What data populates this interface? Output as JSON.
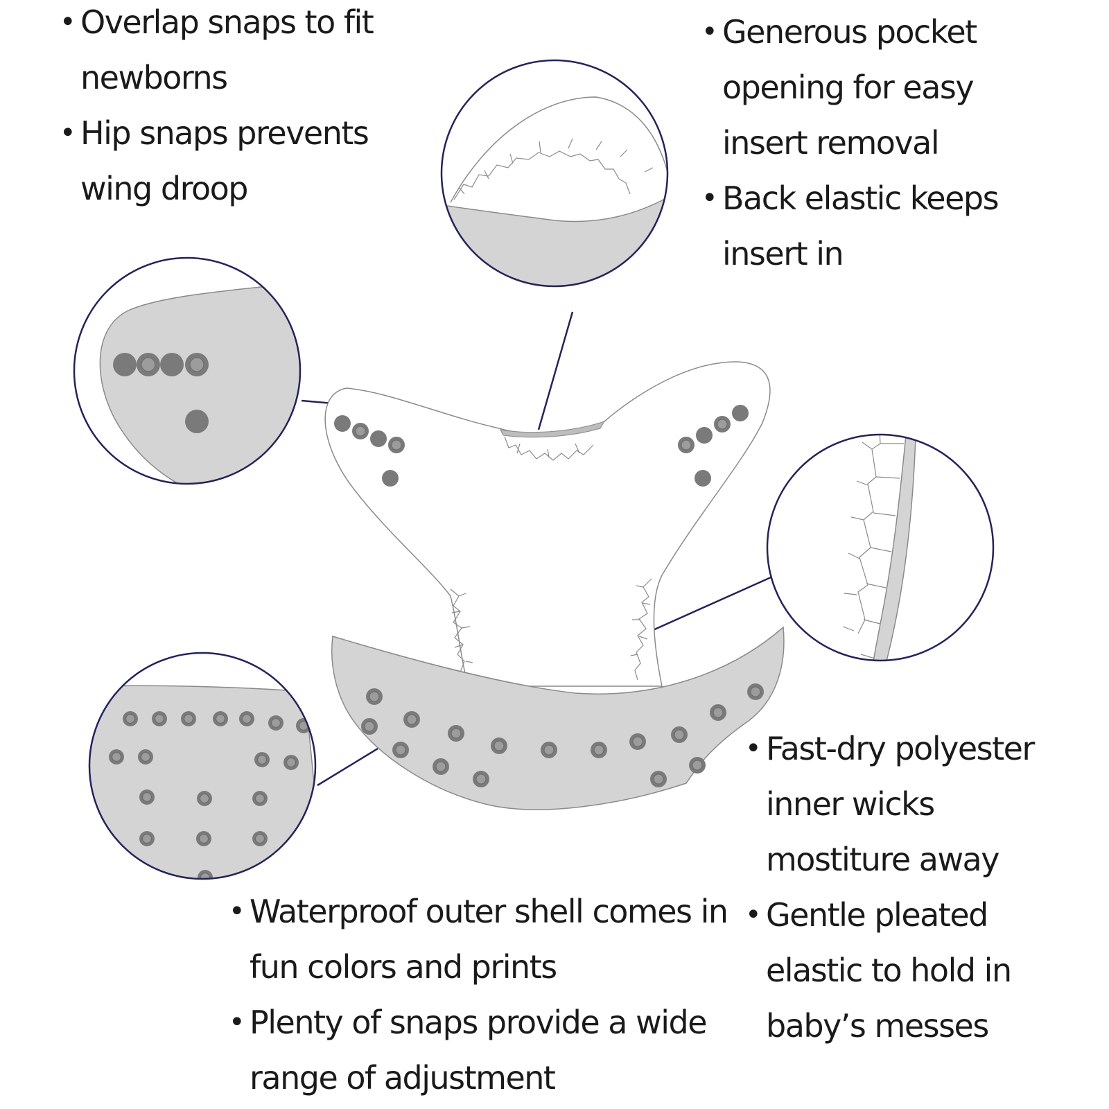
{
  "notes": {
    "top_left": [
      "Overlap snaps to fit newborns",
      "Hip snaps prevents wing droop"
    ],
    "top_right": [
      "Generous pocket opening for easy insert removal",
      "Back elastic keeps insert in"
    ],
    "bottom_right": [
      "Fast-dry polyester inner wicks mostiture away",
      "Gentle pleated elastic to hold in baby’s messes"
    ],
    "bottom_left": [
      "Waterproof outer shell comes in fun colors and prints",
      "Plenty of snaps provide a wide range of adjustment"
    ]
  },
  "colors": {
    "fill": "#d4d4d4",
    "outline": "#8a8a8a",
    "circle_border": "#23245a",
    "snap_outer": "#7a7a7a",
    "snap_inner": "#9c9c9c",
    "text": "#1a1a1a"
  }
}
